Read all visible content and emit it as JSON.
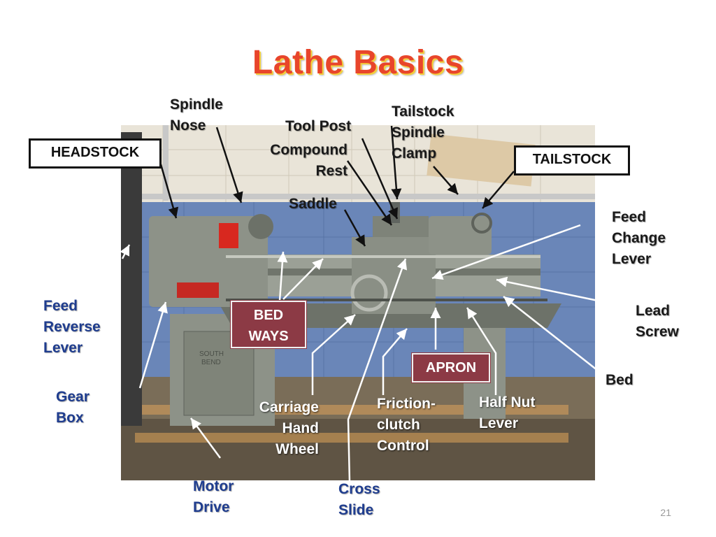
{
  "slide": {
    "title": "Lathe Basics",
    "page_number": "21"
  },
  "labels": {
    "spindle_nose": [
      "Spindle",
      "Nose"
    ],
    "tool_post": "Tool Post",
    "tailstock_spindle_clamp": [
      "Tailstock",
      "Spindle",
      "Clamp"
    ],
    "headstock": "HEADSTOCK",
    "tailstock": "TAILSTOCK",
    "compound_rest": [
      "Compound",
      "Rest"
    ],
    "saddle": "Saddle",
    "feed_change_lever": [
      "Feed",
      "Change",
      "Lever"
    ],
    "feed_reverse_lever": [
      "Feed",
      "Reverse",
      "Lever"
    ],
    "lead_screw": [
      "Lead",
      "Screw"
    ],
    "bed_ways": [
      "BED",
      "WAYS"
    ],
    "apron": "APRON",
    "bed": "Bed",
    "gear_box": [
      "Gear",
      "Box"
    ],
    "carriage_hand_wheel": [
      "Carriage",
      "Hand",
      "Wheel"
    ],
    "friction_clutch_control": [
      "Friction-",
      "clutch",
      "Control"
    ],
    "half_nut_lever": [
      "Half Nut",
      "Lever"
    ],
    "motor_drive": [
      "Motor",
      "Drive"
    ],
    "cross_slide": [
      "Cross",
      "Slide"
    ]
  },
  "photo_plate_text": [
    "SOUTH",
    "BEND"
  ],
  "colors": {
    "title_red": "#e8452b",
    "title_shadow_yellow": "#f3cf3c",
    "blue_label": "#1f3d8f",
    "apron_box": "#8c3a45",
    "wall_blue": "#6a86b8",
    "machine_gray": "#8d9288"
  }
}
